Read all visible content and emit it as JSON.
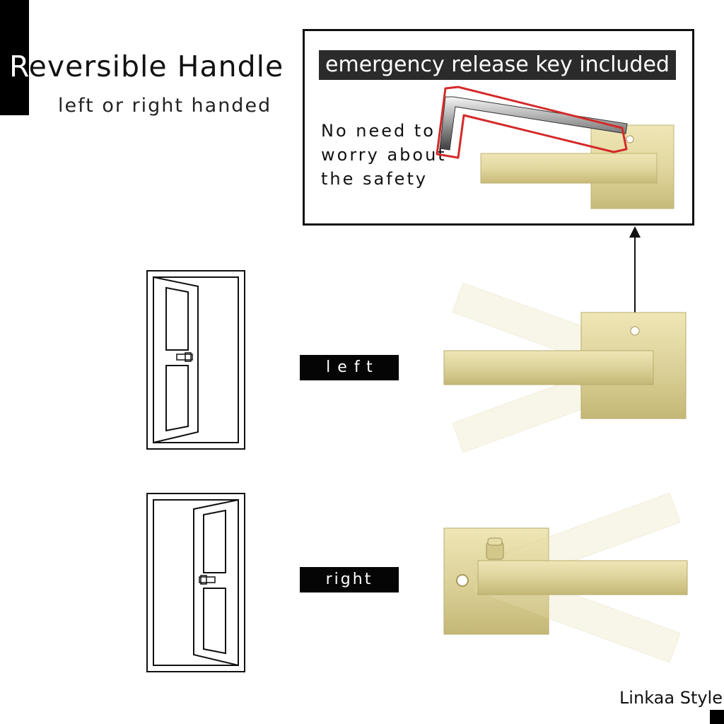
{
  "header": {
    "title": "Reversible Handle",
    "subtitle": "left or right handed"
  },
  "key_feature": {
    "banner": "emergency release key included",
    "note_lines": [
      "No need to",
      "worry about",
      "the safety"
    ]
  },
  "orientations": {
    "left_label": "left",
    "right_label": "right"
  },
  "brand": "Linkaa Style",
  "colors": {
    "brass": "#ddd29a",
    "brass_dark": "#c9bd7c",
    "key_outline": "#d42a2a",
    "banner_bg": "#2b2b2b"
  },
  "icons": [
    "hex-key-icon",
    "door-left-icon",
    "door-right-icon",
    "arrow-double-icon"
  ]
}
